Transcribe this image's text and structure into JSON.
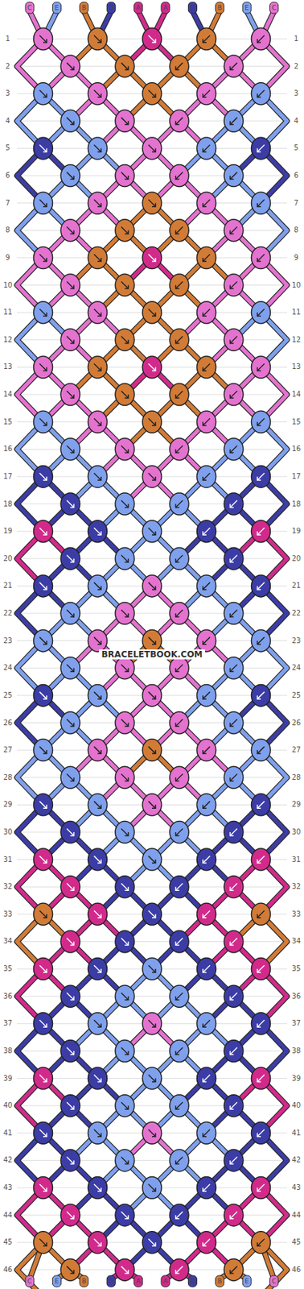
{
  "diagram": {
    "labels": [
      "C",
      "E",
      "B",
      "D",
      "A",
      "A",
      "D",
      "B",
      "E",
      "C",
      "1",
      "1",
      "2",
      "2",
      "3",
      "3",
      "4",
      "4",
      "5",
      "5",
      "6",
      "6",
      "7",
      "7",
      "8",
      "8",
      "9",
      "9",
      "10",
      "10",
      "11",
      "11",
      "12",
      "12",
      "13",
      "13",
      "14",
      "14",
      "15",
      "15",
      "16",
      "16",
      "17",
      "17",
      "18",
      "18",
      "19",
      "19",
      "20",
      "20",
      "21",
      "21",
      "22",
      "22",
      "23",
      "23",
      "24",
      "24",
      "25",
      "25",
      "26",
      "26",
      "27",
      "27",
      "28",
      "28",
      "29",
      "29",
      "30",
      "30",
      "31",
      "31",
      "32",
      "32",
      "33",
      "33",
      "34",
      "34",
      "35",
      "35",
      "36",
      "36",
      "37",
      "37",
      "38",
      "38",
      "39",
      "39",
      "40",
      "40",
      "41",
      "41",
      "42",
      "42",
      "43",
      "43",
      "44",
      "44",
      "45",
      "45",
      "46",
      "46",
      "C",
      "E",
      "B",
      "D",
      "A",
      "A",
      "D",
      "B",
      "E",
      "C",
      "BRACELETBOOK.COM"
    ]
  }
}
